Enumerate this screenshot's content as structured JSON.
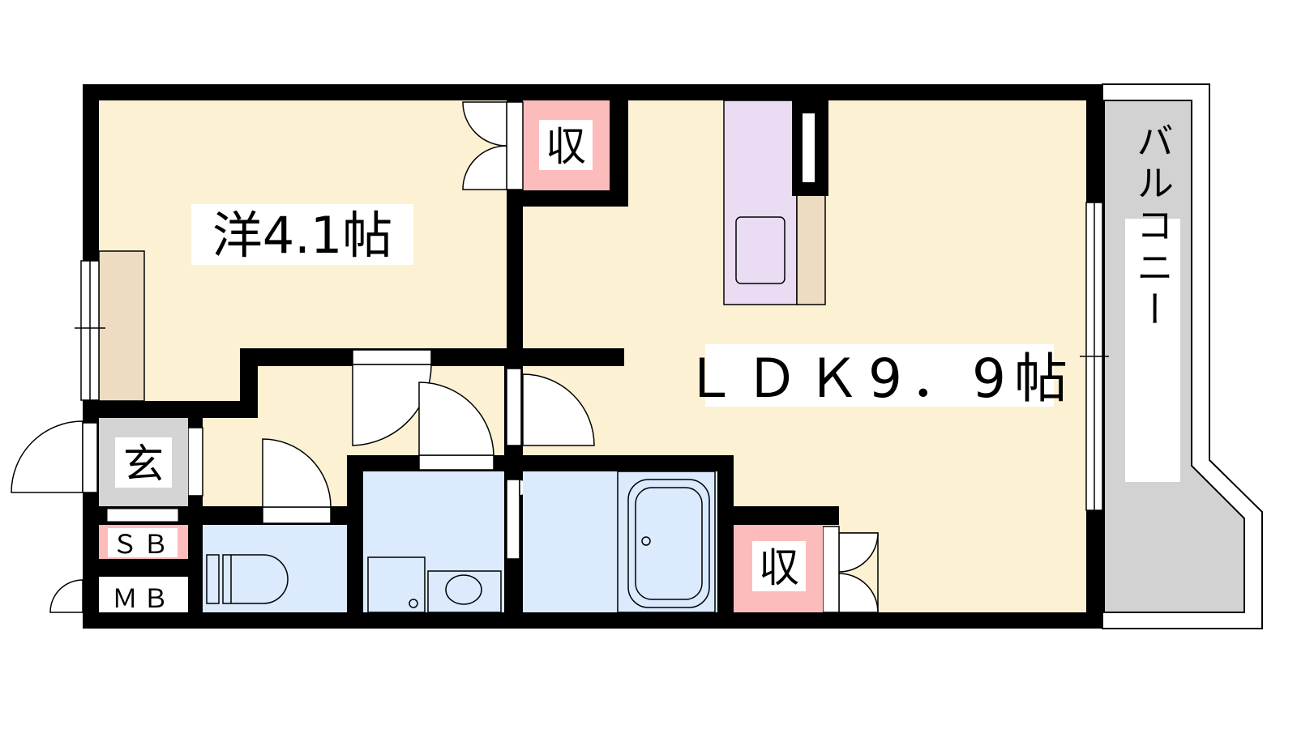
{
  "rooms": {
    "western": {
      "label": "洋4.1帖"
    },
    "closet_top": {
      "label": "収"
    },
    "ldk": {
      "label": "ＬＤＫ9．9帖"
    },
    "balcony": {
      "label": "バルコニー"
    },
    "entrance": {
      "label": "玄"
    },
    "shoe_box": {
      "label": "ＳＢ"
    },
    "meter_box": {
      "label": "ＭＢ"
    },
    "closet_bottom": {
      "label": "収"
    }
  },
  "colors": {
    "floor": "#fdf1d3",
    "wet_area": "#dbeafd",
    "storage": "#fdbcbc",
    "kitchen": "#eadcf2",
    "counter": "#eedcc2",
    "balcony": "#d2d2d2",
    "entrance": "#d4d4d4",
    "wall": "#000000"
  }
}
